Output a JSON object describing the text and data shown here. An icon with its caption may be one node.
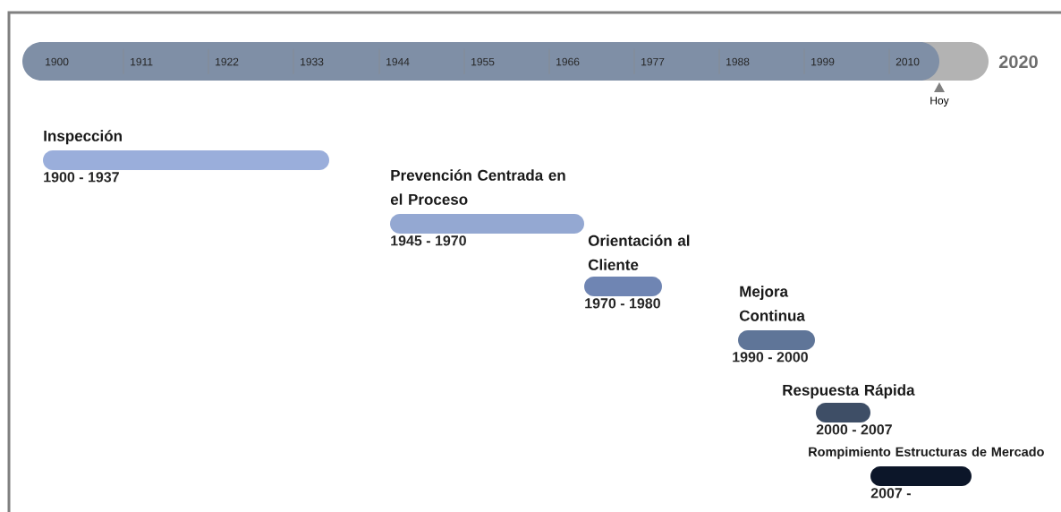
{
  "diagram": {
    "nodes": [
      {
        "text": [
          "Inspección"
        ],
        "beside": [
          "1900 - 1937"
        ]
      },
      {
        "text": [
          "Prevención Centrada en el Proceso"
        ],
        "beside": [
          "1945 - 1970"
        ]
      },
      {
        "text": [
          "Orientación al Cliente"
        ],
        "beside": [
          "1970 - 1980"
        ]
      },
      {
        "text": [
          "Mejora Continua"
        ],
        "beside": [
          "1990 - 2000"
        ]
      },
      {
        "text": [
          "Respuesta Rápida"
        ],
        "beside": [
          "2000 - 2007"
        ]
      },
      {
        "text": [
          "Rompimiento Estructuras de Mercado"
        ],
        "beside": [
          "2007 -"
        ]
      }
    ],
    "edges": [],
    "labels": [
      "1900",
      "1911",
      "1922",
      "1933",
      "1944",
      "1955",
      "1966",
      "1977",
      "1988",
      "1999",
      "2010",
      "2020",
      "Hoy"
    ]
  }
}
